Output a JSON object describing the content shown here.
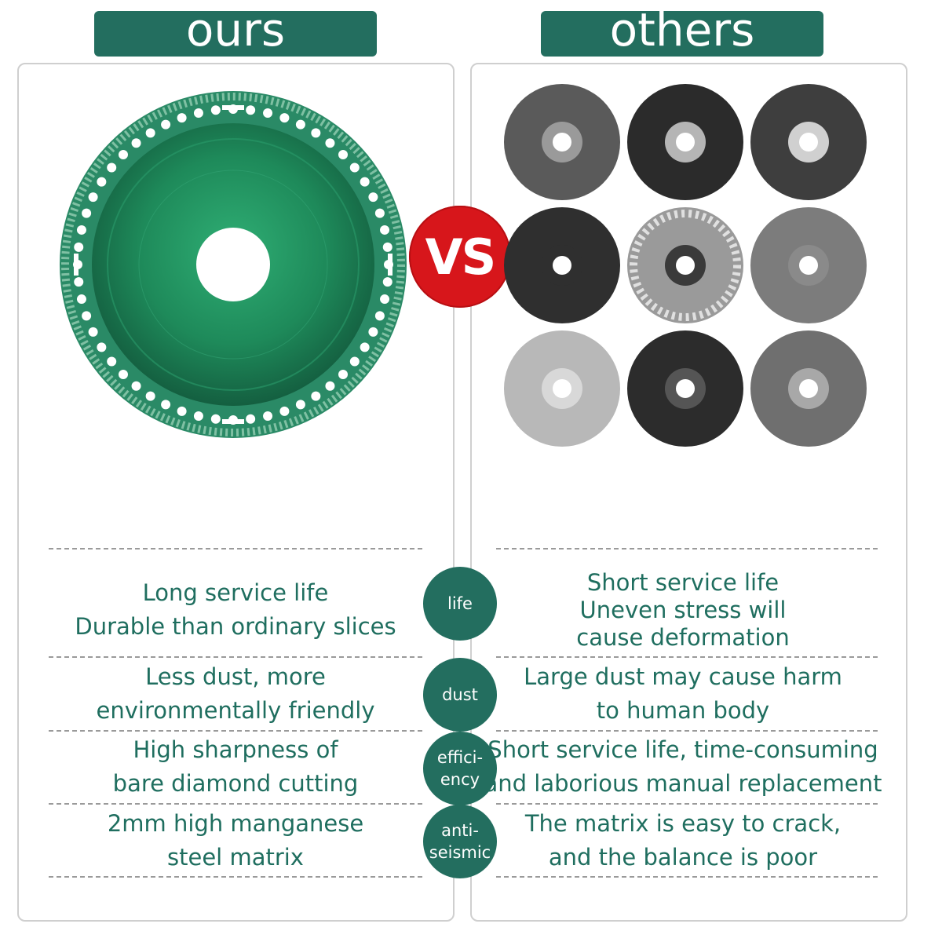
{
  "header": {
    "ours_label": "ours",
    "others_label": "others",
    "vs_label": "VS"
  },
  "colors": {
    "accent": "#236e5f",
    "text": "#1f6e5f",
    "vs_red": "#d7161b",
    "ours_blade": "#1e8a5a"
  },
  "images": {
    "ours_blade": "green-diamond-cutting-disc",
    "others_discs": [
      "grey-grinding-disc",
      "black-cutting-disc",
      "dark-cutting-disc",
      "black-printed-cutting-disc",
      "turbo-diamond-blade",
      "grey-grinding-disc",
      "silver-diamond-disc",
      "black-mesh-grinding-disc",
      "grey-flap-disc"
    ]
  },
  "comparison": [
    {
      "badge": [
        "life"
      ],
      "ours": [
        "Long service life",
        "Durable than ordinary slices"
      ],
      "others": [
        "Short service life",
        "Uneven stress will",
        "cause deformation"
      ]
    },
    {
      "badge": [
        "dust"
      ],
      "ours": [
        "Less dust, more",
        "environmentally friendly"
      ],
      "others": [
        "Large dust may cause harm",
        "to human body"
      ]
    },
    {
      "badge": [
        "effici-",
        "ency"
      ],
      "ours": [
        "High sharpness of",
        "bare diamond cutting"
      ],
      "others": [
        "Short service life, time-consuming",
        "and laborious manual replacement"
      ]
    },
    {
      "badge": [
        "anti-",
        "seismic"
      ],
      "ours": [
        "2mm high manganese",
        "steel matrix"
      ],
      "others": [
        "The matrix is easy to crack,",
        "and the balance is poor"
      ]
    }
  ]
}
